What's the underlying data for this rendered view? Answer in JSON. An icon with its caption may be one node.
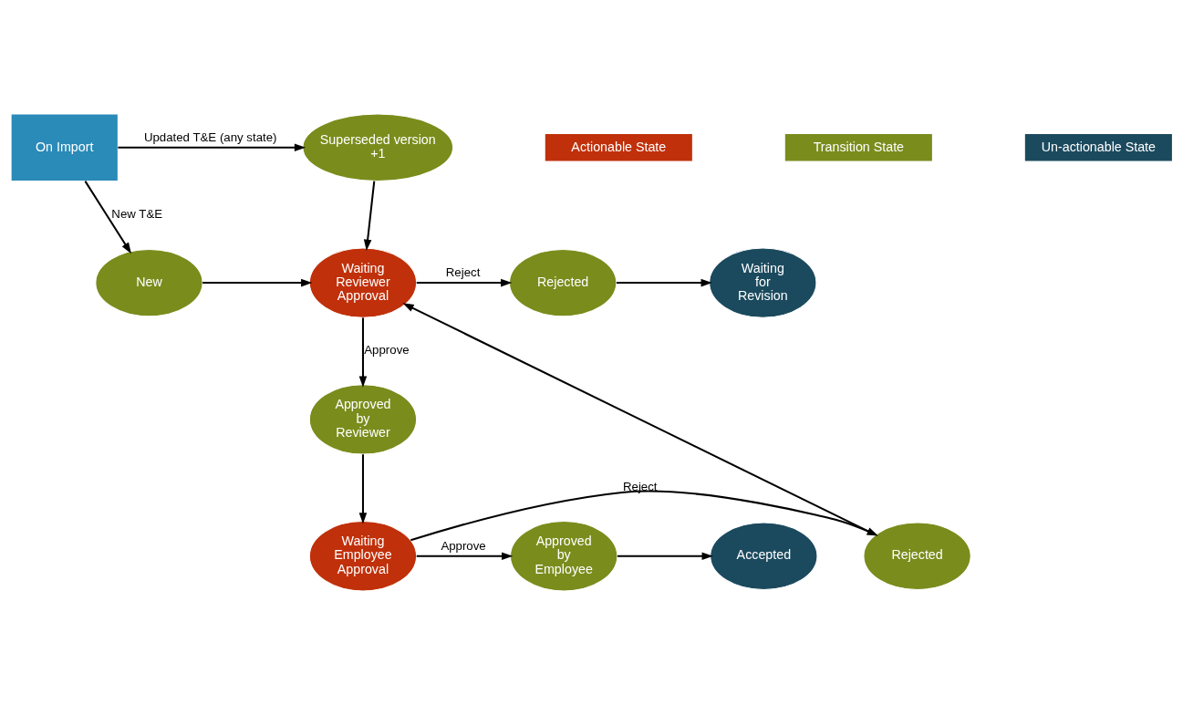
{
  "diagram": {
    "nodes": [
      {
        "text": [
          "On Import"
        ]
      },
      {
        "text": [
          "Superseded version +1"
        ]
      },
      {
        "text": [
          "New"
        ]
      },
      {
        "text": [
          "Waiting Reviewer Approval"
        ]
      },
      {
        "text": [
          "Rejected"
        ]
      },
      {
        "text": [
          "Waiting for Revision"
        ]
      },
      {
        "text": [
          "Approved by Reviewer"
        ]
      },
      {
        "text": [
          "Rejected"
        ]
      },
      {
        "text": [
          "Waiting Employee Approval"
        ]
      },
      {
        "text": [
          "Approved by Employee"
        ]
      },
      {
        "text": [
          "Accepted"
        ]
      }
    ],
    "edges": [
      {
        "from": 0,
        "to": 1,
        "arrow": "to",
        "label": "Updated T&E (any state)"
      },
      {
        "from": 0,
        "to": 2,
        "arrow": "to",
        "label": "New T&E"
      },
      {
        "from": 1,
        "to": 3,
        "arrow": "to"
      },
      {
        "from": 2,
        "to": 3,
        "arrow": "to"
      },
      {
        "from": 3,
        "to": 4,
        "arrow": "to",
        "label": "Reject"
      },
      {
        "from": 4,
        "to": 5,
        "arrow": "to"
      },
      {
        "from": 3,
        "to": 6,
        "arrow": "to",
        "label": "Approve"
      },
      {
        "from": 6,
        "to": 8,
        "arrow": "to"
      },
      {
        "from": 8,
        "to": 7,
        "arrow": "to",
        "label": "Reject"
      },
      {
        "from": 7,
        "to": 3,
        "arrow": "to"
      },
      {
        "from": 8,
        "to": 9,
        "arrow": "to",
        "label": "Approve"
      },
      {
        "from": 9,
        "to": 10,
        "arrow": "to"
      }
    ],
    "legend": [
      {
        "text": "Actionable State",
        "color": "#c0300a"
      },
      {
        "text": "Transition State",
        "color": "#7a8c1c"
      },
      {
        "text": "Un-actionable State",
        "color": "#1b4a5e"
      }
    ]
  }
}
